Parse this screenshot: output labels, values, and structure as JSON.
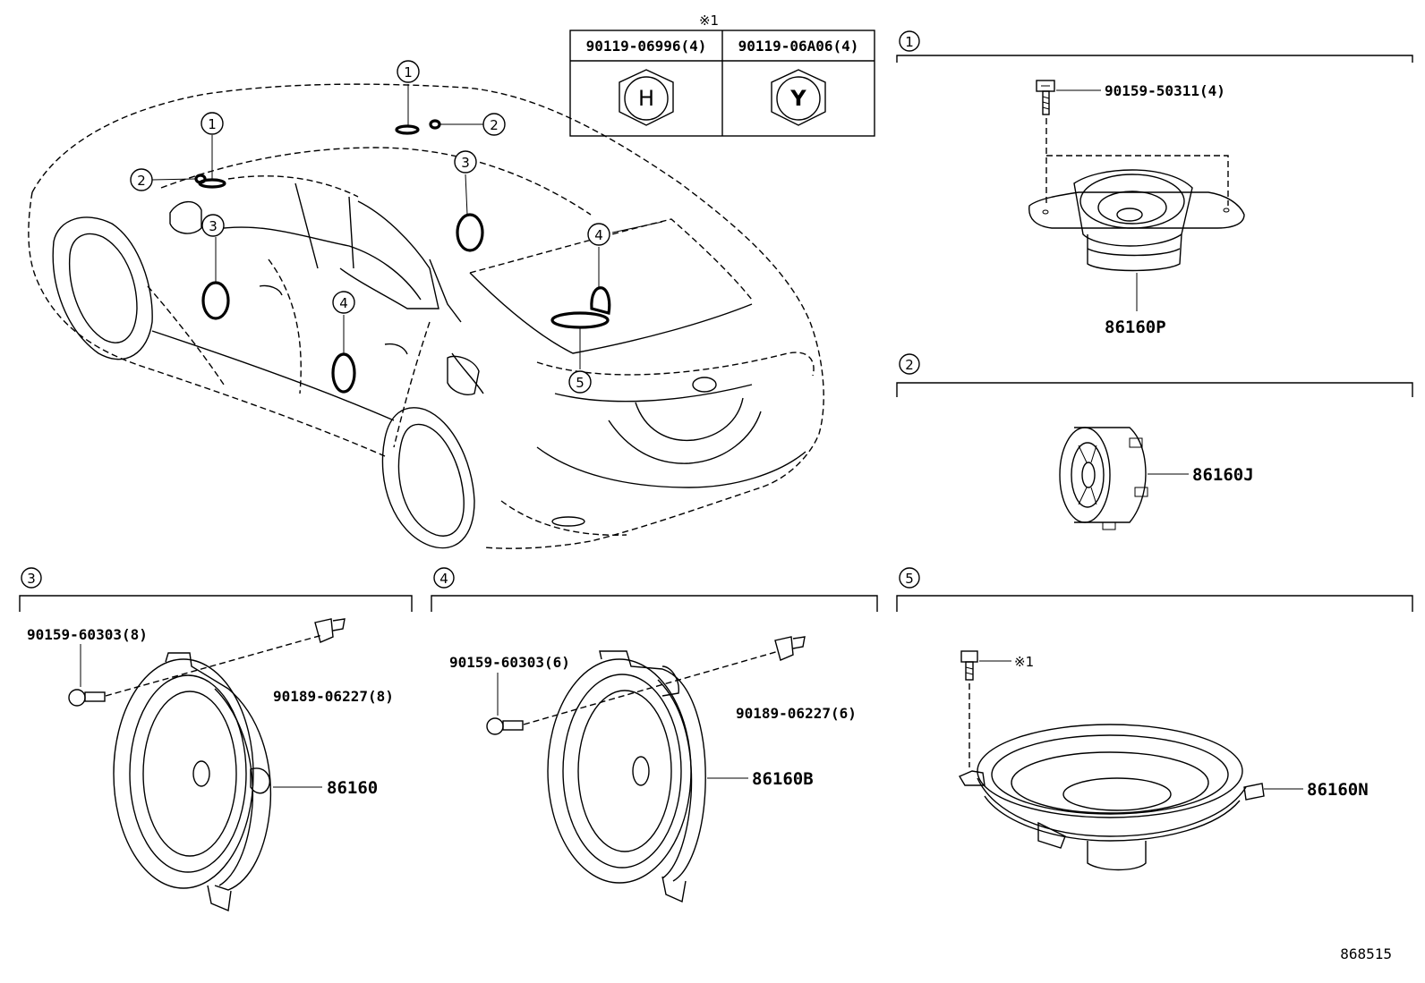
{
  "note_symbol": "※1",
  "bolt_table": {
    "header": "※1",
    "columns": [
      {
        "part": "90119-06996(4)",
        "mark": "H"
      },
      {
        "part": "90119-06A06(4)",
        "mark": "Y"
      }
    ]
  },
  "car_callouts": [
    "1",
    "2",
    "3",
    "4",
    "5"
  ],
  "sections": [
    {
      "num": "1",
      "parts": [
        "90159-50311(4)",
        "86160P"
      ]
    },
    {
      "num": "2",
      "parts": [
        "86160J"
      ]
    },
    {
      "num": "3",
      "parts": [
        "90159-60303(8)",
        "90189-06227(8)",
        "86160"
      ]
    },
    {
      "num": "4",
      "parts": [
        "90159-60303(6)",
        "90189-06227(6)",
        "86160B"
      ]
    },
    {
      "num": "5",
      "parts": [
        "※1",
        "86160N"
      ]
    }
  ],
  "diagram_id": "868515"
}
